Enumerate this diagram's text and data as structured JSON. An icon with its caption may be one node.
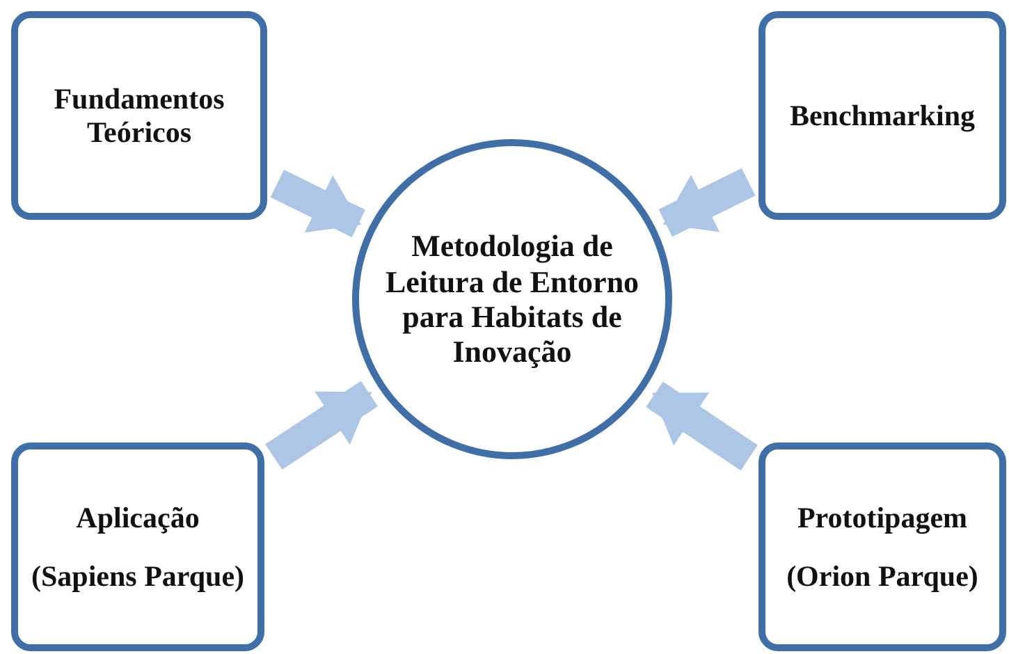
{
  "diagram": {
    "nodes": [
      {
        "text": [
          "Fundamentos Teóricos"
        ]
      },
      {
        "text": [
          "Benchmarking"
        ]
      },
      {
        "text": [
          "Metodologia de Leitura de Entorno para Habitats de Inovação"
        ]
      },
      {
        "text": [
          "Aplicação",
          "(Sapiens Parque)"
        ]
      },
      {
        "text": [
          "Prototipagem",
          "(Orion Parque)"
        ]
      }
    ],
    "edges": [
      {
        "from": 0,
        "to": 2,
        "arrow": "to"
      },
      {
        "from": 1,
        "to": 2,
        "arrow": "to"
      },
      {
        "from": 3,
        "to": 2,
        "arrow": "to"
      },
      {
        "from": 4,
        "to": 2,
        "arrow": "to"
      }
    ]
  }
}
